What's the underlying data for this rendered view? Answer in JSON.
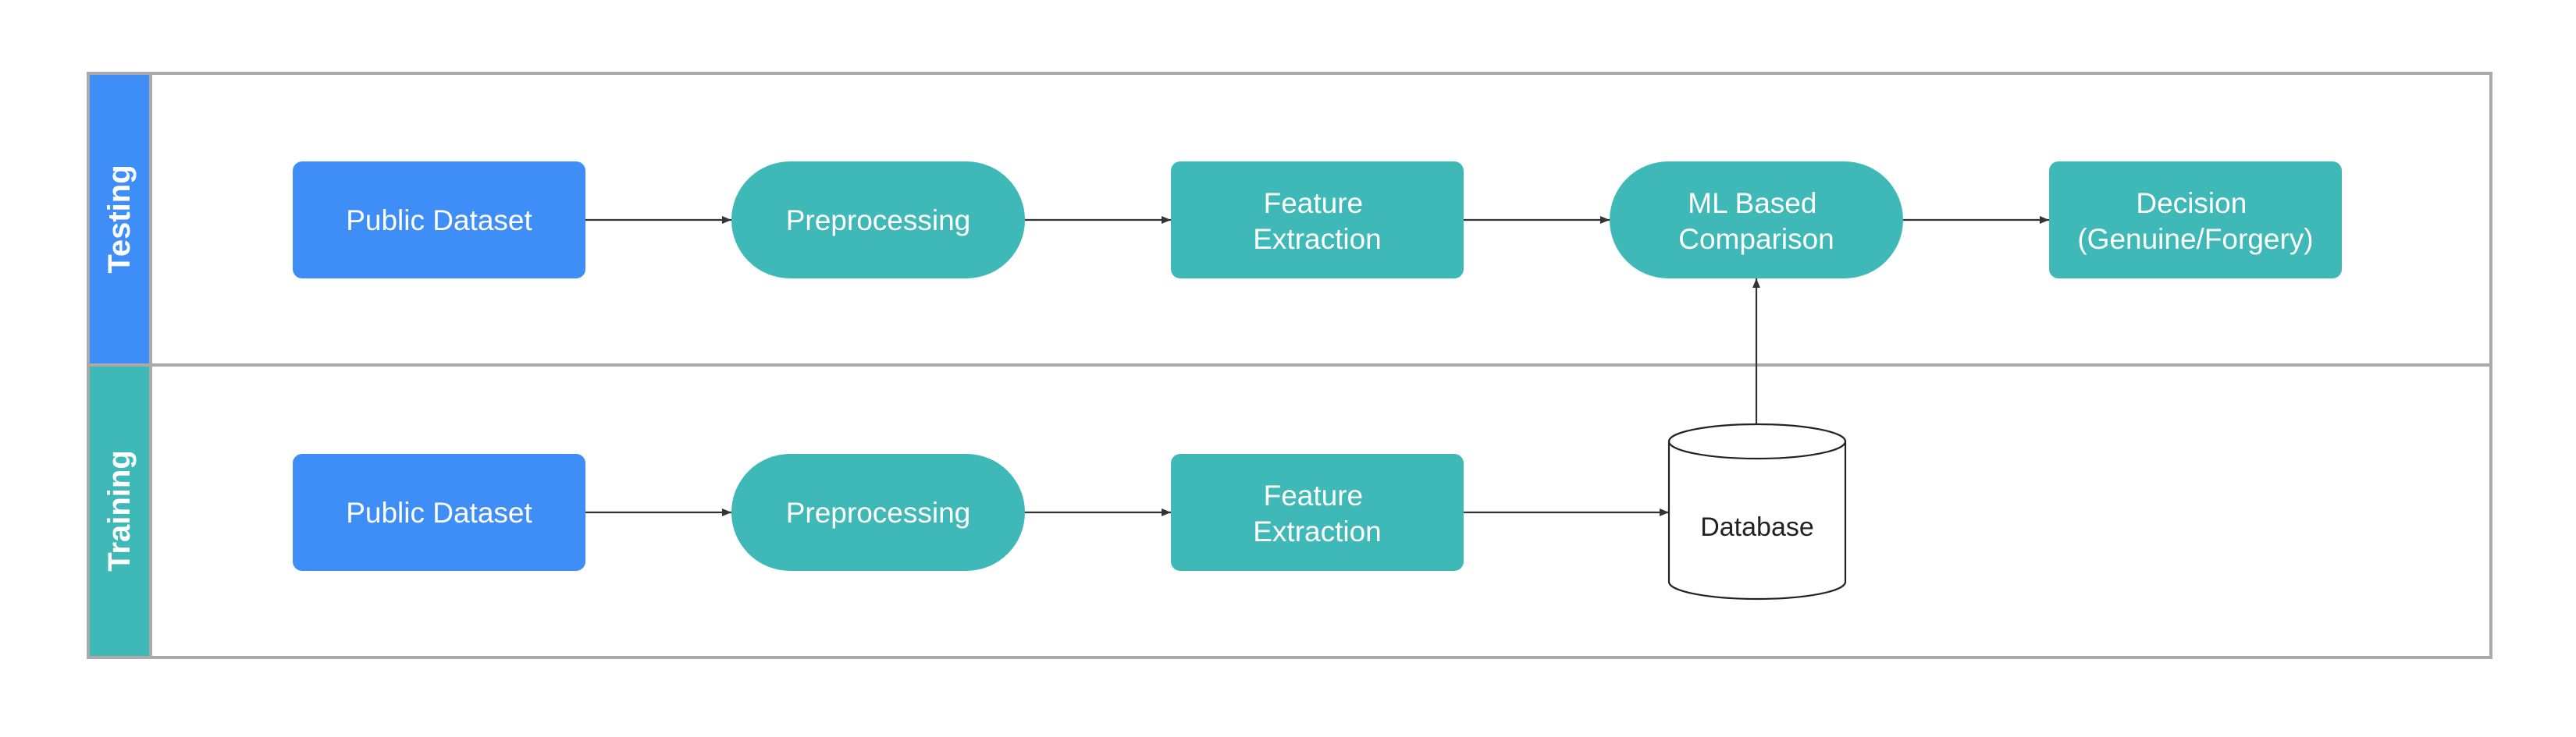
{
  "colors": {
    "blue": "#3f8ef8",
    "teal": "#3fb8b8",
    "lane_border": "#aaaaaa",
    "edge": "#333333",
    "db_stroke": "#222222"
  },
  "lanes": {
    "testing": {
      "label": "Testing",
      "color": "#3f8ef8"
    },
    "training": {
      "label": "Training",
      "color": "#3fb8b8"
    }
  },
  "nodes": {
    "testing_public_dataset": {
      "lines": [
        "Public Dataset"
      ],
      "shape": "rounded-rect",
      "color": "#3f8ef8"
    },
    "testing_preprocessing": {
      "lines": [
        "Preprocessing"
      ],
      "shape": "pill",
      "color": "#3fb8b8"
    },
    "testing_feature_extraction": {
      "lines": [
        "Feature",
        "Extraction"
      ],
      "shape": "rounded-rect",
      "color": "#3fb8b8"
    },
    "ml_based_comparison": {
      "lines": [
        "ML Based",
        "Comparison"
      ],
      "shape": "pill",
      "color": "#3fb8b8"
    },
    "decision": {
      "lines": [
        "Decision",
        "(Genuine/Forgery)"
      ],
      "shape": "rounded-rect",
      "color": "#3fb8b8"
    },
    "training_public_dataset": {
      "lines": [
        "Public Dataset"
      ],
      "shape": "rounded-rect",
      "color": "#3f8ef8"
    },
    "training_preprocessing": {
      "lines": [
        "Preprocessing"
      ],
      "shape": "pill",
      "color": "#3fb8b8"
    },
    "training_feature_extraction": {
      "lines": [
        "Feature",
        "Extraction"
      ],
      "shape": "rounded-rect",
      "color": "#3fb8b8"
    },
    "database": {
      "lines": [
        "Database"
      ],
      "shape": "cylinder",
      "color": "#ffffff"
    }
  },
  "edges": [
    {
      "from": "testing_public_dataset",
      "to": "testing_preprocessing"
    },
    {
      "from": "testing_preprocessing",
      "to": "testing_feature_extraction"
    },
    {
      "from": "testing_feature_extraction",
      "to": "ml_based_comparison"
    },
    {
      "from": "ml_based_comparison",
      "to": "decision"
    },
    {
      "from": "training_public_dataset",
      "to": "training_preprocessing"
    },
    {
      "from": "training_preprocessing",
      "to": "training_feature_extraction"
    },
    {
      "from": "training_feature_extraction",
      "to": "database"
    },
    {
      "from": "database",
      "to": "ml_based_comparison"
    }
  ]
}
